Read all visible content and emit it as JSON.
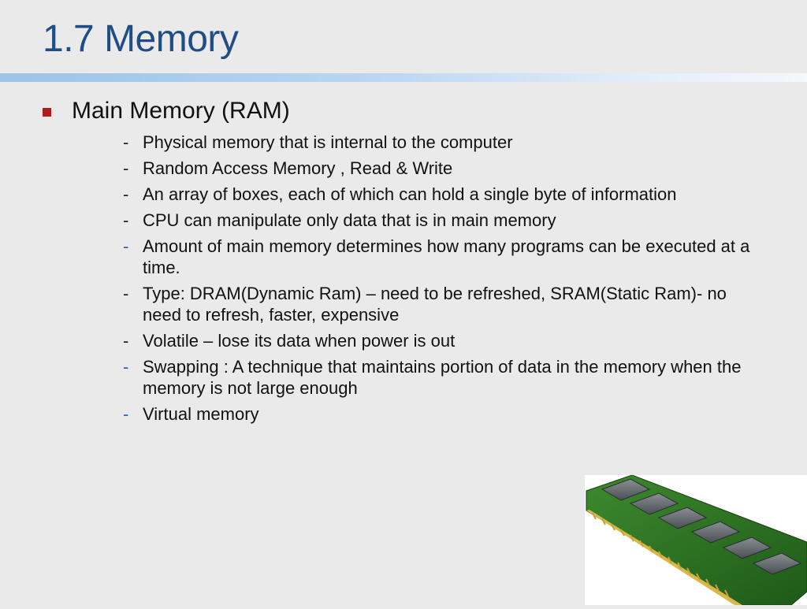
{
  "title": "1.7 Memory",
  "main_bullet": "Main Memory (RAM)",
  "items": [
    {
      "text": "Physical memory that is internal to the computer",
      "dash": "-",
      "color": "#222222"
    },
    {
      "text": "Random Access Memory , Read & Write",
      "dash": "-",
      "color": "#222222"
    },
    {
      "text": "An array of boxes, each of which can hold a single byte of information",
      "dash": "-",
      "color": "#222222"
    },
    {
      "text": "CPU can manipulate only data that is in main memory",
      "dash": "-",
      "color": "#222222"
    },
    {
      "text": "Amount of main memory determines how many programs can be executed at a time.",
      "dash": "-",
      "color": "#2a63b4"
    },
    {
      "text": "Type: DRAM(Dynamic Ram) – need to be refreshed, SRAM(Static Ram)- no need to refresh, faster, expensive",
      "dash": "-",
      "color": "#222222"
    },
    {
      "text": "Volatile – lose its data when power is out",
      "dash": "-",
      "color": "#222222"
    },
    {
      "text": "Swapping : A technique that maintains portion of data in the memory when the memory is not large enough",
      "dash": "-",
      "color": "#2a63b4"
    },
    {
      "text": "Virtual memory",
      "dash": "-",
      "color": "#2a63b4"
    }
  ],
  "colors": {
    "title": "#1f4e86",
    "bullet": "#b01c1c",
    "background": "#eaeaea"
  },
  "image": {
    "icon": "ram-module-icon"
  }
}
